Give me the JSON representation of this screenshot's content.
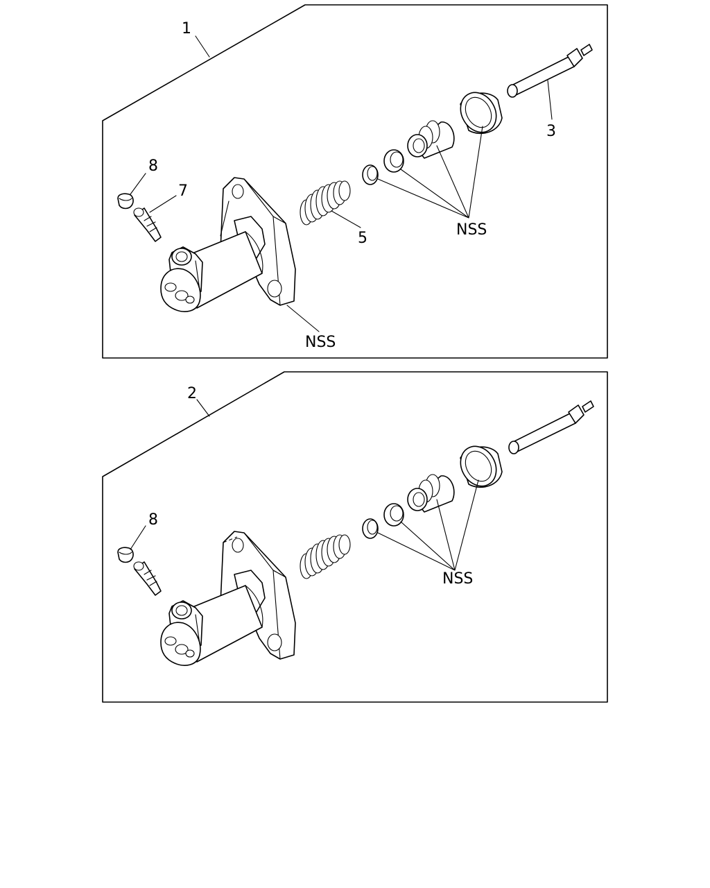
{
  "panels": [
    {
      "assembly_number": "1",
      "callouts": {
        "cap": "8",
        "bleeder_screw": "7",
        "spring": "5",
        "push_rod": "3",
        "seal_kit": "NSS",
        "body": "NSS"
      }
    },
    {
      "assembly_number": "2",
      "callouts": {
        "cap": "8",
        "seal_kit": "NSS"
      }
    }
  ]
}
